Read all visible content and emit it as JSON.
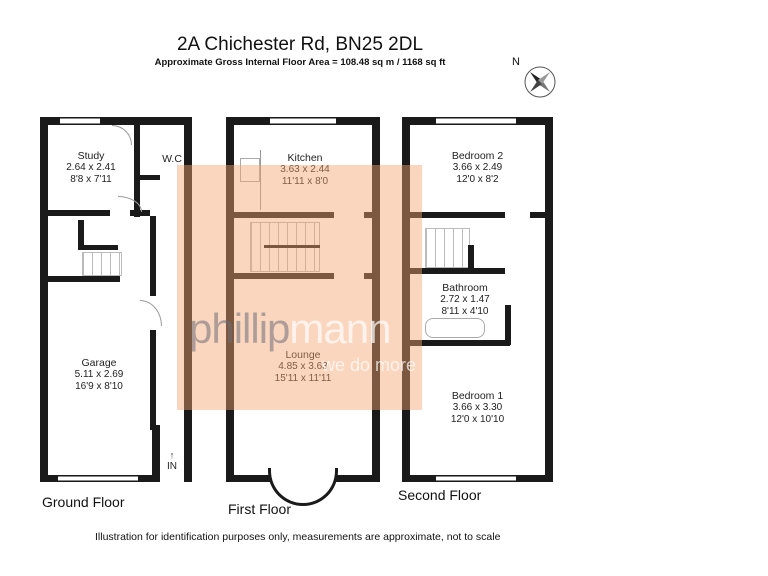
{
  "header": {
    "title": "2A Chichester Rd, BN25 2DL",
    "subtitle": "Approximate Gross Internal Floor Area = 108.48 sq m / 1168 sq ft"
  },
  "compass": {
    "label": "N"
  },
  "floors": [
    {
      "label": "Ground Floor",
      "rooms": [
        {
          "name": "Study",
          "metric": "2.64 x 2.41",
          "imperial": "8'8 x 7'11"
        },
        {
          "name": "W.C"
        },
        {
          "name": "Garage",
          "metric": "5.11 x 2.69",
          "imperial": "16'9 x 8'10"
        },
        {
          "name": "IN"
        }
      ]
    },
    {
      "label": "First Floor",
      "rooms": [
        {
          "name": "Kitchen",
          "metric": "3.63 x 2.44",
          "imperial": "11'11 x 8'0"
        },
        {
          "name": "Lounge",
          "metric": "4.85 x 3.63",
          "imperial": "15'11 x 11'11"
        }
      ]
    },
    {
      "label": "Second Floor",
      "rooms": [
        {
          "name": "Bedroom 2",
          "metric": "3.66 x 2.49",
          "imperial": "12'0 x 8'2"
        },
        {
          "name": "Bathroom",
          "metric": "2.72 x 1.47",
          "imperial": "8'11 x 4'10"
        },
        {
          "name": "Bedroom 1",
          "metric": "3.66 x 3.30",
          "imperial": "12'0 x 10'10"
        }
      ]
    }
  ],
  "watermark": {
    "brand_a": "phillip",
    "brand_b": "mann",
    "tagline": "we do more",
    "color": "#f5a36e"
  },
  "footer": "Illustration for identification purposes only, measurements are approximate, not to scale"
}
